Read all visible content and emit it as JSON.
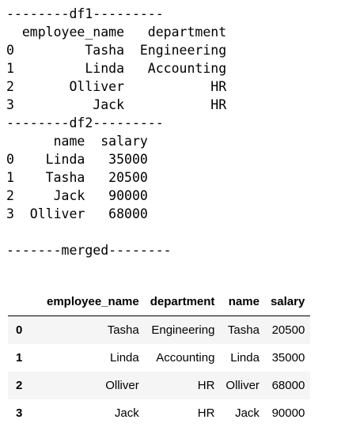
{
  "text_output": {
    "lines": [
      "--------df1---------",
      "  employee_name   department",
      "0         Tasha  Engineering",
      "1         Linda   Accounting",
      "2       Olliver           HR",
      "3          Jack           HR",
      "--------df2---------",
      "      name  salary",
      "0    Linda   35000",
      "1    Tasha   20500",
      "2     Jack   90000",
      "3  Olliver   68000",
      "",
      "-------merged--------"
    ]
  },
  "merged_table": {
    "columns": [
      "",
      "employee_name",
      "department",
      "name",
      "salary"
    ],
    "rows": [
      {
        "index": "0",
        "employee_name": "Tasha",
        "department": "Engineering",
        "name": "Tasha",
        "salary": "20500"
      },
      {
        "index": "1",
        "employee_name": "Linda",
        "department": "Accounting",
        "name": "Linda",
        "salary": "35000"
      },
      {
        "index": "2",
        "employee_name": "Olliver",
        "department": "HR",
        "name": "Olliver",
        "salary": "68000"
      },
      {
        "index": "3",
        "employee_name": "Jack",
        "department": "HR",
        "name": "Jack",
        "salary": "90000"
      }
    ]
  }
}
